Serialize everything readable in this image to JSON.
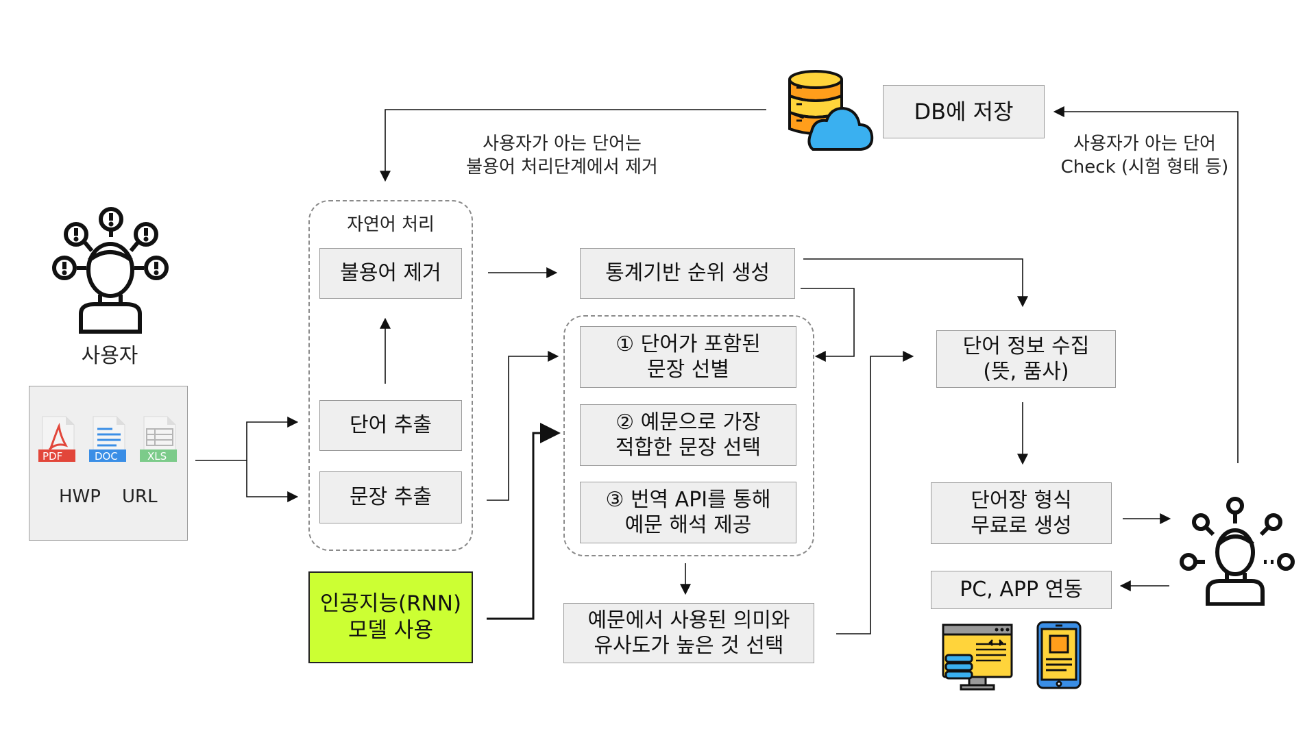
{
  "user": {
    "label": "사용자"
  },
  "inputs": {
    "file_types": [
      "PDF",
      "DOC",
      "XLS"
    ],
    "sources": [
      "HWP",
      "URL"
    ]
  },
  "nlp_group": {
    "title": "자연어 처리",
    "stopword": "불용어 제거",
    "word_extract": "단어 추출",
    "sentence_extract": "문장 추출"
  },
  "ai_model": "인공지능(RNN)\n모델 사용",
  "ranking": "통계기반 순위 생성",
  "steps": [
    "① 단어가 포함된\n문장 선별",
    "② 예문으로 가장\n적합한 문장 선택",
    "③ 번역 API를 통해\n예문 해석 제공"
  ],
  "similarity": "예문에서 사용된 의미와\n유사도가 높은 것 선택",
  "word_info": "단어 정보 수집\n(뜻, 품사)",
  "vocab": "단어장 형식\n무료로 생성",
  "pc_app": "PC, APP 연동",
  "db": "DB에 저장",
  "note_db_left": "사용자가 아는 단어는\n불용어 처리단계에서 제거",
  "note_db_right": "사용자가 아는 단어\nCheck (시험 형태 등)",
  "icons": [
    "user-question-icon",
    "pdf-file-icon",
    "doc-file-icon",
    "xls-file-icon",
    "database-cloud-icon",
    "user-network-icon",
    "desktop-code-icon",
    "smartphone-icon"
  ],
  "colors": {
    "ai_box": "#ccff33",
    "box_fill": "#efefef",
    "db_yellow": "#ffd43b",
    "db_orange": "#ff9e1b",
    "cloud_blue": "#3ab0f0",
    "pdf_red": "#e2463a",
    "doc_blue": "#3a8ee6",
    "xls_green": "#7ccb8a"
  }
}
